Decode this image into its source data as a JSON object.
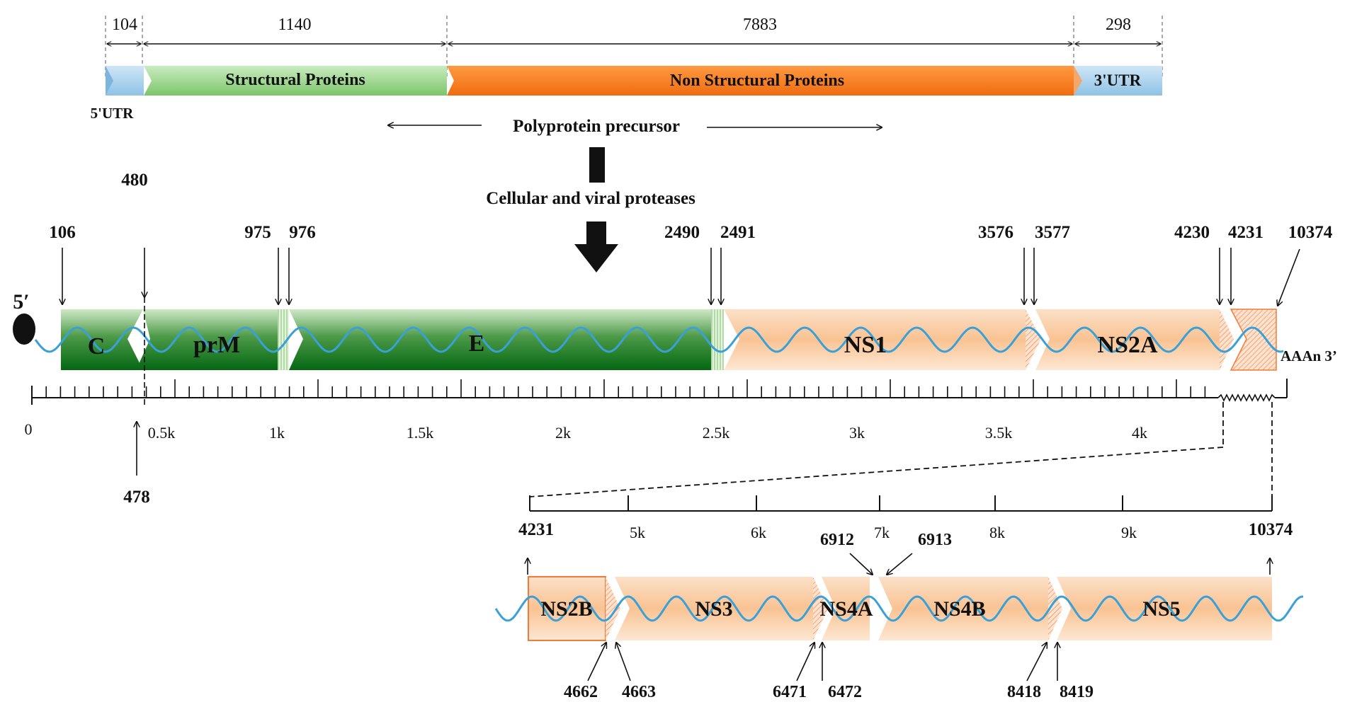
{
  "colors": {
    "utr_blue": "#a9d2ee",
    "structural_green": "#8fd07c",
    "structural_dark": "#0b6b16",
    "nonstructural_orange": "#f37a22",
    "ns_segment": "#f8c79b",
    "rna_wave": "#3aa0d8"
  },
  "top_bar": {
    "lengths": {
      "utr5": "104",
      "structural": "1140",
      "nonstructural": "7883",
      "utr3": "298"
    },
    "labels": {
      "structural": "Structural Proteins",
      "nonstructural": "Non Structural Proteins",
      "utr3": "3'UTR",
      "utr5": "5'UTR"
    }
  },
  "middle": {
    "polyprotein": "Polyprotein precursor",
    "proteases": "Cellular and viral proteases"
  },
  "genome": {
    "five_prime": "5′",
    "tail": "AAAn 3’",
    "segments": {
      "c": "C",
      "prm": "prM",
      "e": "E",
      "ns1": "NS1",
      "ns2a": "NS2A"
    },
    "positions": {
      "p106": "106",
      "p480": "480",
      "p975": "975",
      "p976": "976",
      "p2490": "2490",
      "p2491": "2491",
      "p3576": "3576",
      "p3577": "3577",
      "p4230": "4230",
      "p4231": "4231",
      "p10374": "10374",
      "p478": "478"
    },
    "ticks": {
      "t0": "0",
      "t05k": "0.5k",
      "t1k": "1k",
      "t15k": "1.5k",
      "t2k": "2k",
      "t25k": "2.5k",
      "t3k": "3k",
      "t35k": "3.5k",
      "t4k": "4k"
    }
  },
  "zoom": {
    "ends": {
      "start": "4231",
      "end": "10374"
    },
    "ticks": {
      "t5k": "5k",
      "t6k": "6k",
      "t7k": "7k",
      "t8k": "8k",
      "t9k": "9k"
    },
    "segments": {
      "ns2b": "NS2B",
      "ns3": "NS3",
      "ns4a": "NS4A",
      "ns4b": "NS4B",
      "ns5": "NS5"
    },
    "positions": {
      "p6912": "6912",
      "p6913": "6913",
      "p4662": "4662",
      "p4663": "4663",
      "p6471": "6471",
      "p6472": "6472",
      "p8418": "8418",
      "p8419": "8419"
    }
  }
}
